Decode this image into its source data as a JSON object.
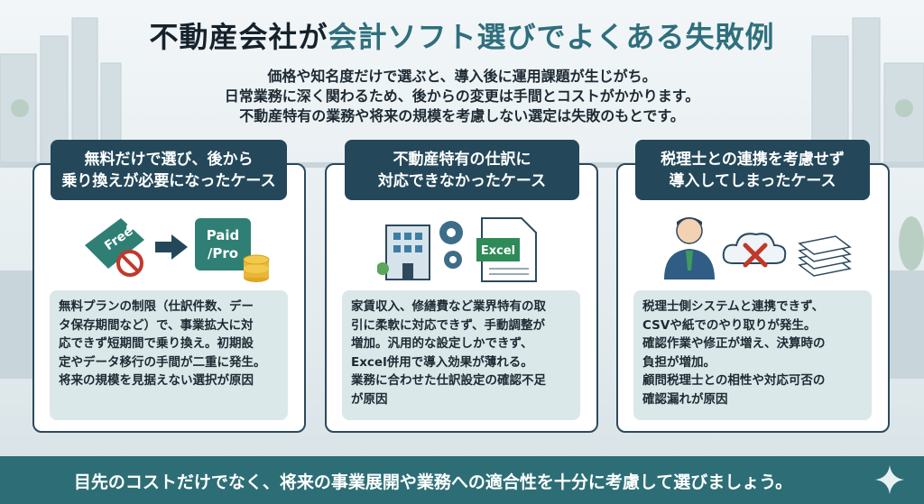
{
  "title": {
    "part1": "不動産会社が",
    "part2": "会計ソフト選びでよくある失敗例"
  },
  "subtitle": {
    "lines": [
      "価格や知名度だけで選ぶと、導入後に運用課題が生じがち。",
      "日常業務に深く関わるため、後からの変更は手間とコストがかかります。",
      "不動産特有の業務や将来の規模を考慮しない選定は失敗のもとです。"
    ]
  },
  "cards": [
    {
      "heading": [
        "無料だけで選び、後から",
        "乗り換えが必要になったケース"
      ],
      "icon_labels": {
        "free_tag": "Free",
        "paid": "Paid",
        "pro": "/Pro"
      },
      "body": [
        "無料プランの制限（仕訳件数、デー",
        "タ保存期間など）で、事業拡大に対",
        "応できず短期間で乗り換え。初期設",
        "定やデータ移行の手間が二重に発生。",
        "将来の規模を見据えない選択が原因"
      ]
    },
    {
      "heading": [
        "不動産特有の仕訳に",
        "対応できなかったケース"
      ],
      "icon_labels": {
        "excel": "Excel"
      },
      "body": [
        "家賃収入、修繕費など業界特有の取",
        "引に柔軟に対応できず、手動調整が",
        "増加。汎用的な設定しかできず、",
        "Excel併用で導入効果が薄れる。",
        "業務に合わせた仕訳設定の確認不足",
        "が原因"
      ]
    },
    {
      "heading": [
        "税理士との連携を考慮せず",
        "導入してしまったケース"
      ],
      "body": [
        "税理士側システムと連携できず、",
        "CSVや紙でのやり取りが発生。",
        "確認作業や修正が増え、決算時の",
        "負担が増加。",
        "顧問税理士との相性や対応可否の",
        "確認漏れが原因"
      ]
    }
  ],
  "footer": {
    "text": "目先のコストだけでなく、将来の事業展開や業務への適合性を十分に考慮して選びましょう。"
  },
  "colors": {
    "navy": "#24485a",
    "teal": "#2d6e76",
    "accent": "#2f6f7d",
    "panel": "#dbe8ea"
  }
}
